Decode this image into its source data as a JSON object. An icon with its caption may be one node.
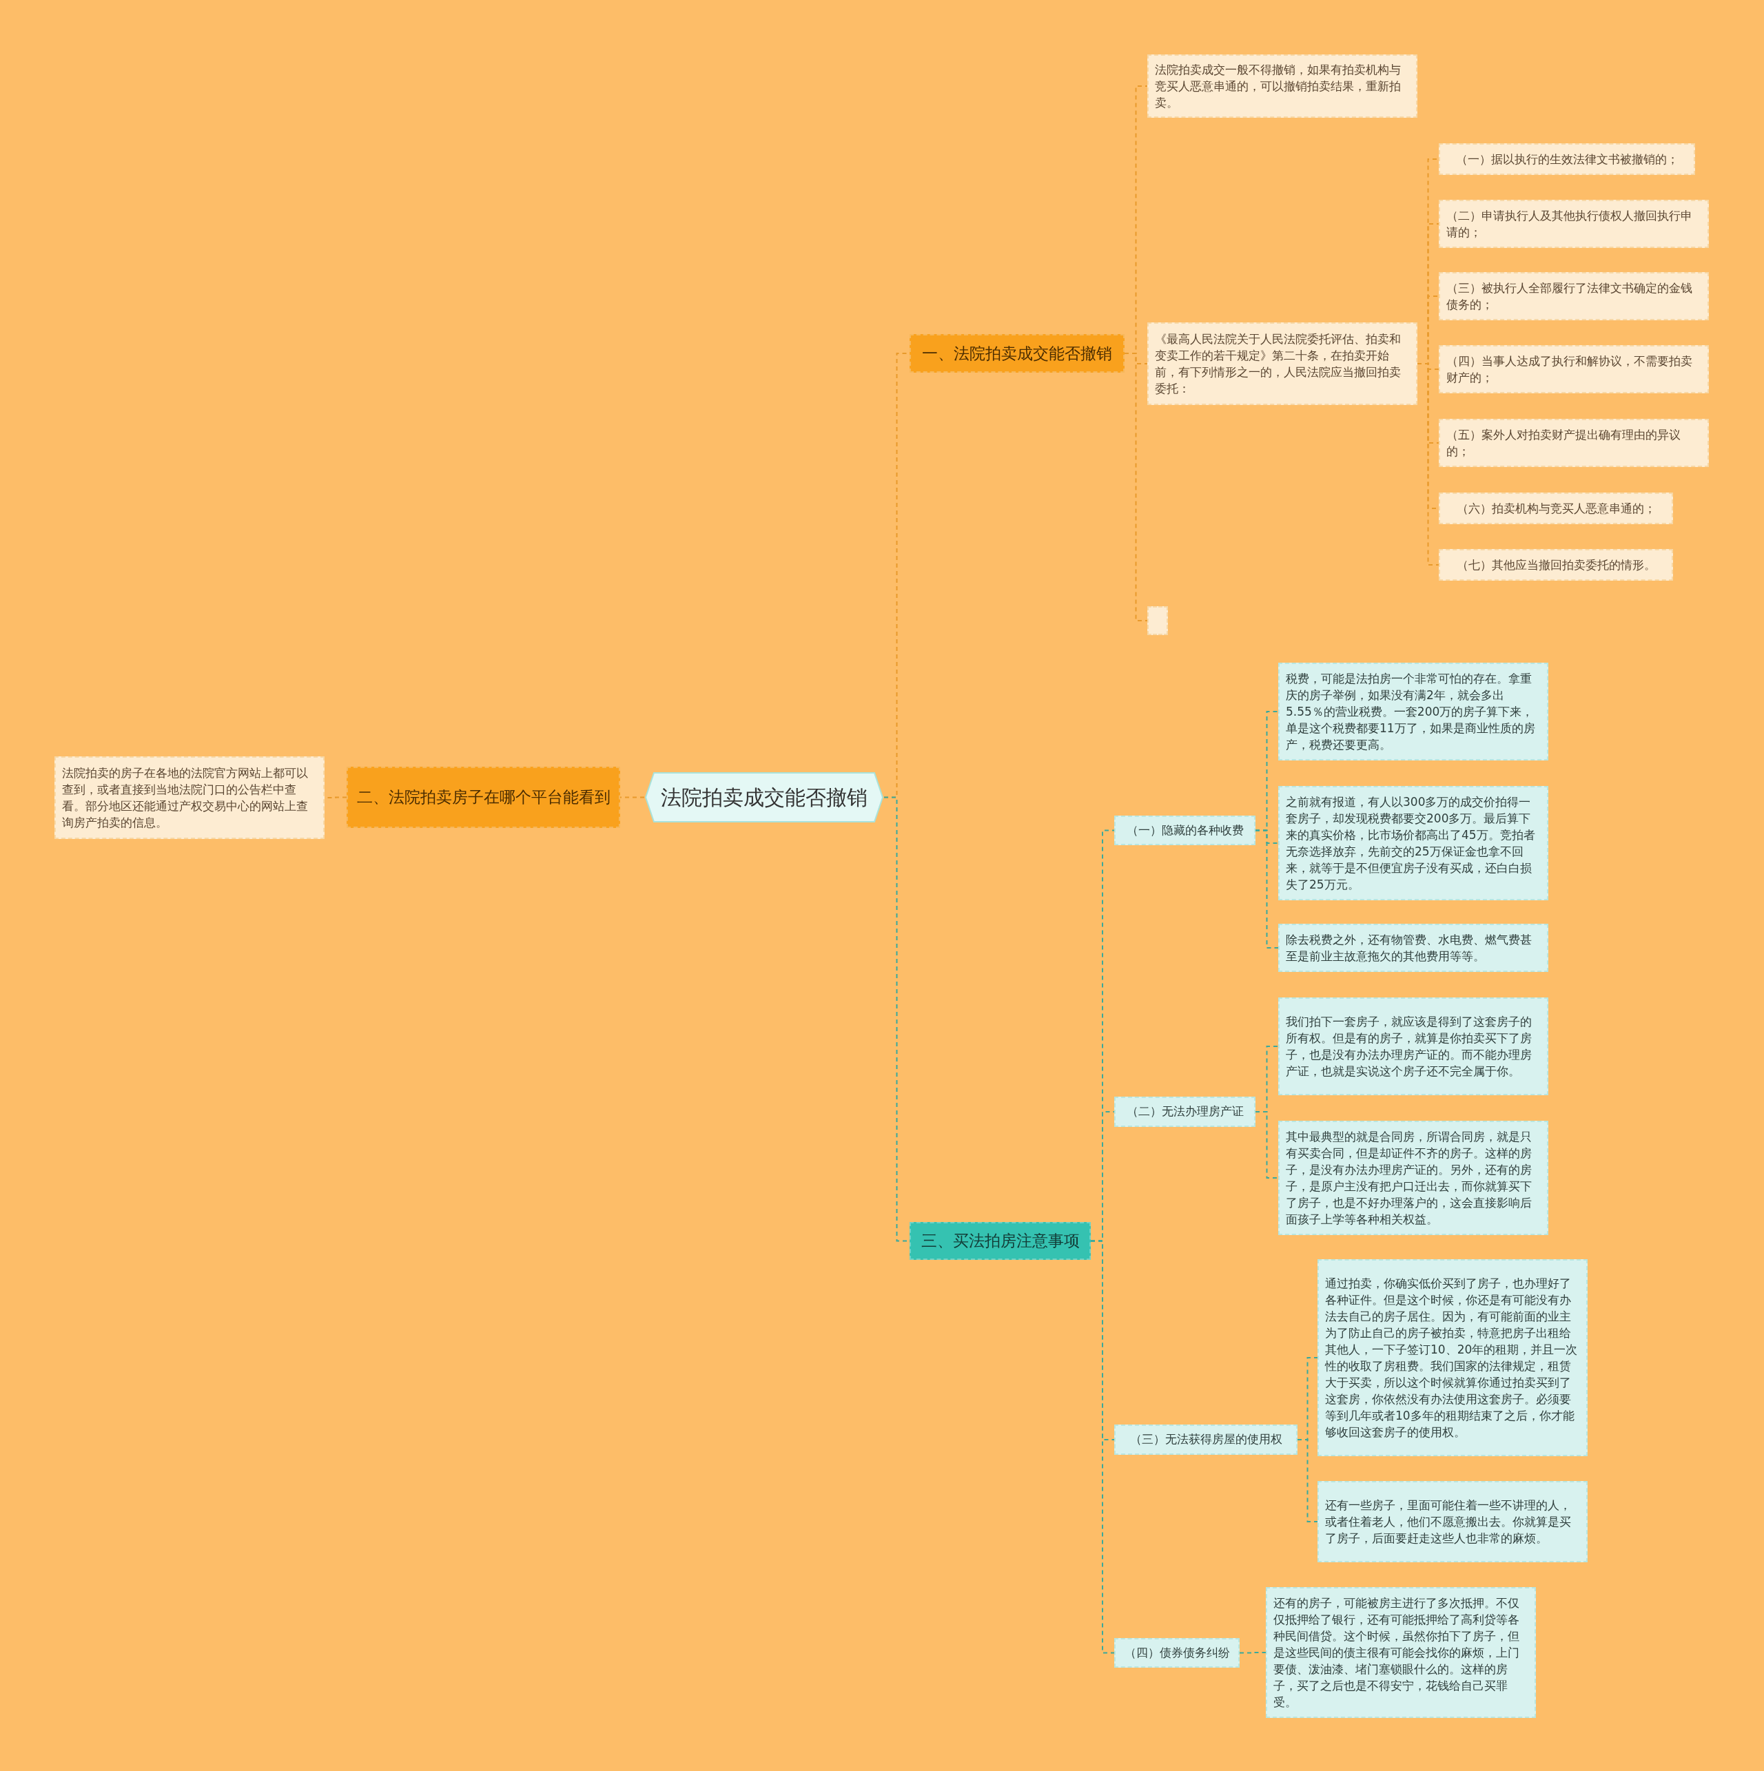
{
  "diagram": {
    "nodes": [
      {
        "text": [
          "法院拍卖成交能否撤销"
        ]
      },
      {
        "text": [
          "一、法院拍卖成交能否撤销"
        ]
      },
      {
        "text": [
          "法院拍卖成交一般不得撤销，如果有拍卖机构与竞买人恶意串通的，可以撤销拍卖结果，重新拍卖。"
        ]
      },
      {
        "text": [
          "《最高人民法院关于人民法院委托评估、拍卖和变卖工作的若干规定》第二十条，在拍卖开始前，有下列情形之一的，人民法院应当撤回拍卖委托："
        ]
      },
      {
        "text": [
          "（一）据以执行的生效法律文书被撤销的；"
        ]
      },
      {
        "text": [
          "（二）申请执行人及其他执行债权人撤回执行申请的；"
        ]
      },
      {
        "text": [
          "（三）被执行人全部履行了法律文书确定的金钱债务的；"
        ]
      },
      {
        "text": [
          "（四）当事人达成了执行和解协议，不需要拍卖财产的；"
        ]
      },
      {
        "text": [
          "（五）案外人对拍卖财产提出确有理由的异议的；"
        ]
      },
      {
        "text": [
          "（六）拍卖机构与竞买人恶意串通的；"
        ]
      },
      {
        "text": [
          "（七）其他应当撤回拍卖委托的情形。"
        ]
      },
      {
        "text": [],
        "shape": "box"
      },
      {
        "text": [
          "二、法院拍卖房子在哪个平台能看到"
        ]
      },
      {
        "text": [
          "法院拍卖的房子在各地的法院官方网站上都可以查到，或者直接到当地法院门口的公告栏中查看。部分地区还能通过产权交易中心的网站上查询房产拍卖的信息。"
        ]
      },
      {
        "text": [
          "三、买法拍房注意事项"
        ]
      },
      {
        "text": [
          "（一）隐藏的各种收费"
        ]
      },
      {
        "text": [
          "税费，可能是法拍房一个非常可怕的存在。拿重庆的房子举例，如果没有满2年，就会多出5.55％的营业税费。一套200万的房子算下来，单是这个税费都要11万了，如果是商业性质的房产，税费还要更高。"
        ]
      },
      {
        "text": [
          "之前就有报道，有人以300多万的成交价拍得一套房子，却发现税费都要交200多万。最后算下来的真实价格，比市场价都高出了45万。竞拍者无奈选择放弃，先前交的25万保证金也拿不回来，就等于是不但便宜房子没有买成，还白白损失了25万元。"
        ]
      },
      {
        "text": [
          "除去税费之外，还有物管费、水电费、燃气费甚至是前业主故意拖欠的其他费用等等。"
        ]
      },
      {
        "text": [
          "（二）无法办理房产证"
        ]
      },
      {
        "text": [
          "我们拍下一套房子，就应该是得到了这套房子的所有权。但是有的房子，就算是你拍卖买下了房子，也是没有办法办理房产证的。而不能办理房产证，也就是实说这个房子还不完全属于你。"
        ]
      },
      {
        "text": [
          "其中最典型的就是合同房，所谓合同房，就是只有买卖合同，但是却证件不齐的房子。这样的房子，是没有办法办理房产证的。另外，还有的房子，是原户主没有把户口迁出去，而你就算买下了房子，也是不好办理落户的，这会直接影响后面孩子上学等各种相关权益。"
        ]
      },
      {
        "text": [
          "（三）无法获得房屋的使用权"
        ]
      },
      {
        "text": [
          "通过拍卖，你确实低价买到了房子，也办理好了各种证件。但是这个时候，你还是有可能没有办法去自己的房子居住。因为，有可能前面的业主为了防止自己的房子被拍卖，特意把房子出租给其他人，一下子签订10、20年的租期，并且一次性的收取了房租费。我们国家的法律规定，租赁大于买卖，所以这个时候就算你通过拍卖买到了这套房，你依然没有办法使用这套房子。必须要等到几年或者10多年的租期结束了之后，你才能够收回这套房子的使用权。"
        ]
      },
      {
        "text": [
          "还有一些房子，里面可能住着一些不讲理的人，或者住着老人，他们不愿意搬出去。你就算是买了房子，后面要赶走这些人也非常的麻烦。"
        ]
      },
      {
        "text": [
          "（四）债券债务纠纷"
        ]
      },
      {
        "text": [
          "还有的房子，可能被房主进行了多次抵押。不仅仅抵押给了银行，还有可能抵押给了高利贷等各种民间借贷。这个时候，虽然你拍下了房子，但是这些民间的债主很有可能会找你的麻烦，上门要债、泼油漆、堵门塞锁眼什么的。这样的房子，买了之后也是不得安宁，花钱给自己买罪受。"
        ]
      }
    ],
    "edges": [
      {
        "from": 0,
        "to": 1,
        "arrow": "none"
      },
      {
        "from": 1,
        "to": 2,
        "arrow": "none"
      },
      {
        "from": 1,
        "to": 3,
        "arrow": "none"
      },
      {
        "from": 3,
        "to": 4,
        "arrow": "none"
      },
      {
        "from": 3,
        "to": 5,
        "arrow": "none"
      },
      {
        "from": 3,
        "to": 6,
        "arrow": "none"
      },
      {
        "from": 3,
        "to": 7,
        "arrow": "none"
      },
      {
        "from": 3,
        "to": 8,
        "arrow": "none"
      },
      {
        "from": 3,
        "to": 9,
        "arrow": "none"
      },
      {
        "from": 3,
        "to": 10,
        "arrow": "none"
      },
      {
        "from": 1,
        "to": 11,
        "arrow": "none"
      },
      {
        "from": 0,
        "to": 12,
        "arrow": "none"
      },
      {
        "from": 12,
        "to": 13,
        "arrow": "none"
      },
      {
        "from": 0,
        "to": 14,
        "arrow": "none",
        "color": "#3aa99c"
      },
      {
        "from": 14,
        "to": 15,
        "arrow": "none",
        "color": "#3aa99c"
      },
      {
        "from": 15,
        "to": 16,
        "arrow": "none",
        "color": "#3aa99c"
      },
      {
        "from": 15,
        "to": 17,
        "arrow": "none",
        "color": "#3aa99c"
      },
      {
        "from": 15,
        "to": 18,
        "arrow": "none",
        "color": "#3aa99c"
      },
      {
        "from": 14,
        "to": 19,
        "arrow": "none",
        "color": "#3aa99c"
      },
      {
        "from": 19,
        "to": 20,
        "arrow": "none",
        "color": "#3aa99c"
      },
      {
        "from": 19,
        "to": 21,
        "arrow": "none",
        "color": "#3aa99c"
      },
      {
        "from": 14,
        "to": 22,
        "arrow": "none",
        "color": "#3aa99c"
      },
      {
        "from": 22,
        "to": 23,
        "arrow": "none",
        "color": "#3aa99c"
      },
      {
        "from": 22,
        "to": 24,
        "arrow": "none",
        "color": "#3aa99c"
      },
      {
        "from": 14,
        "to": 25,
        "arrow": "none",
        "color": "#3aa99c"
      },
      {
        "from": 25,
        "to": 26,
        "arrow": "none",
        "color": "#3aa99c"
      }
    ]
  }
}
